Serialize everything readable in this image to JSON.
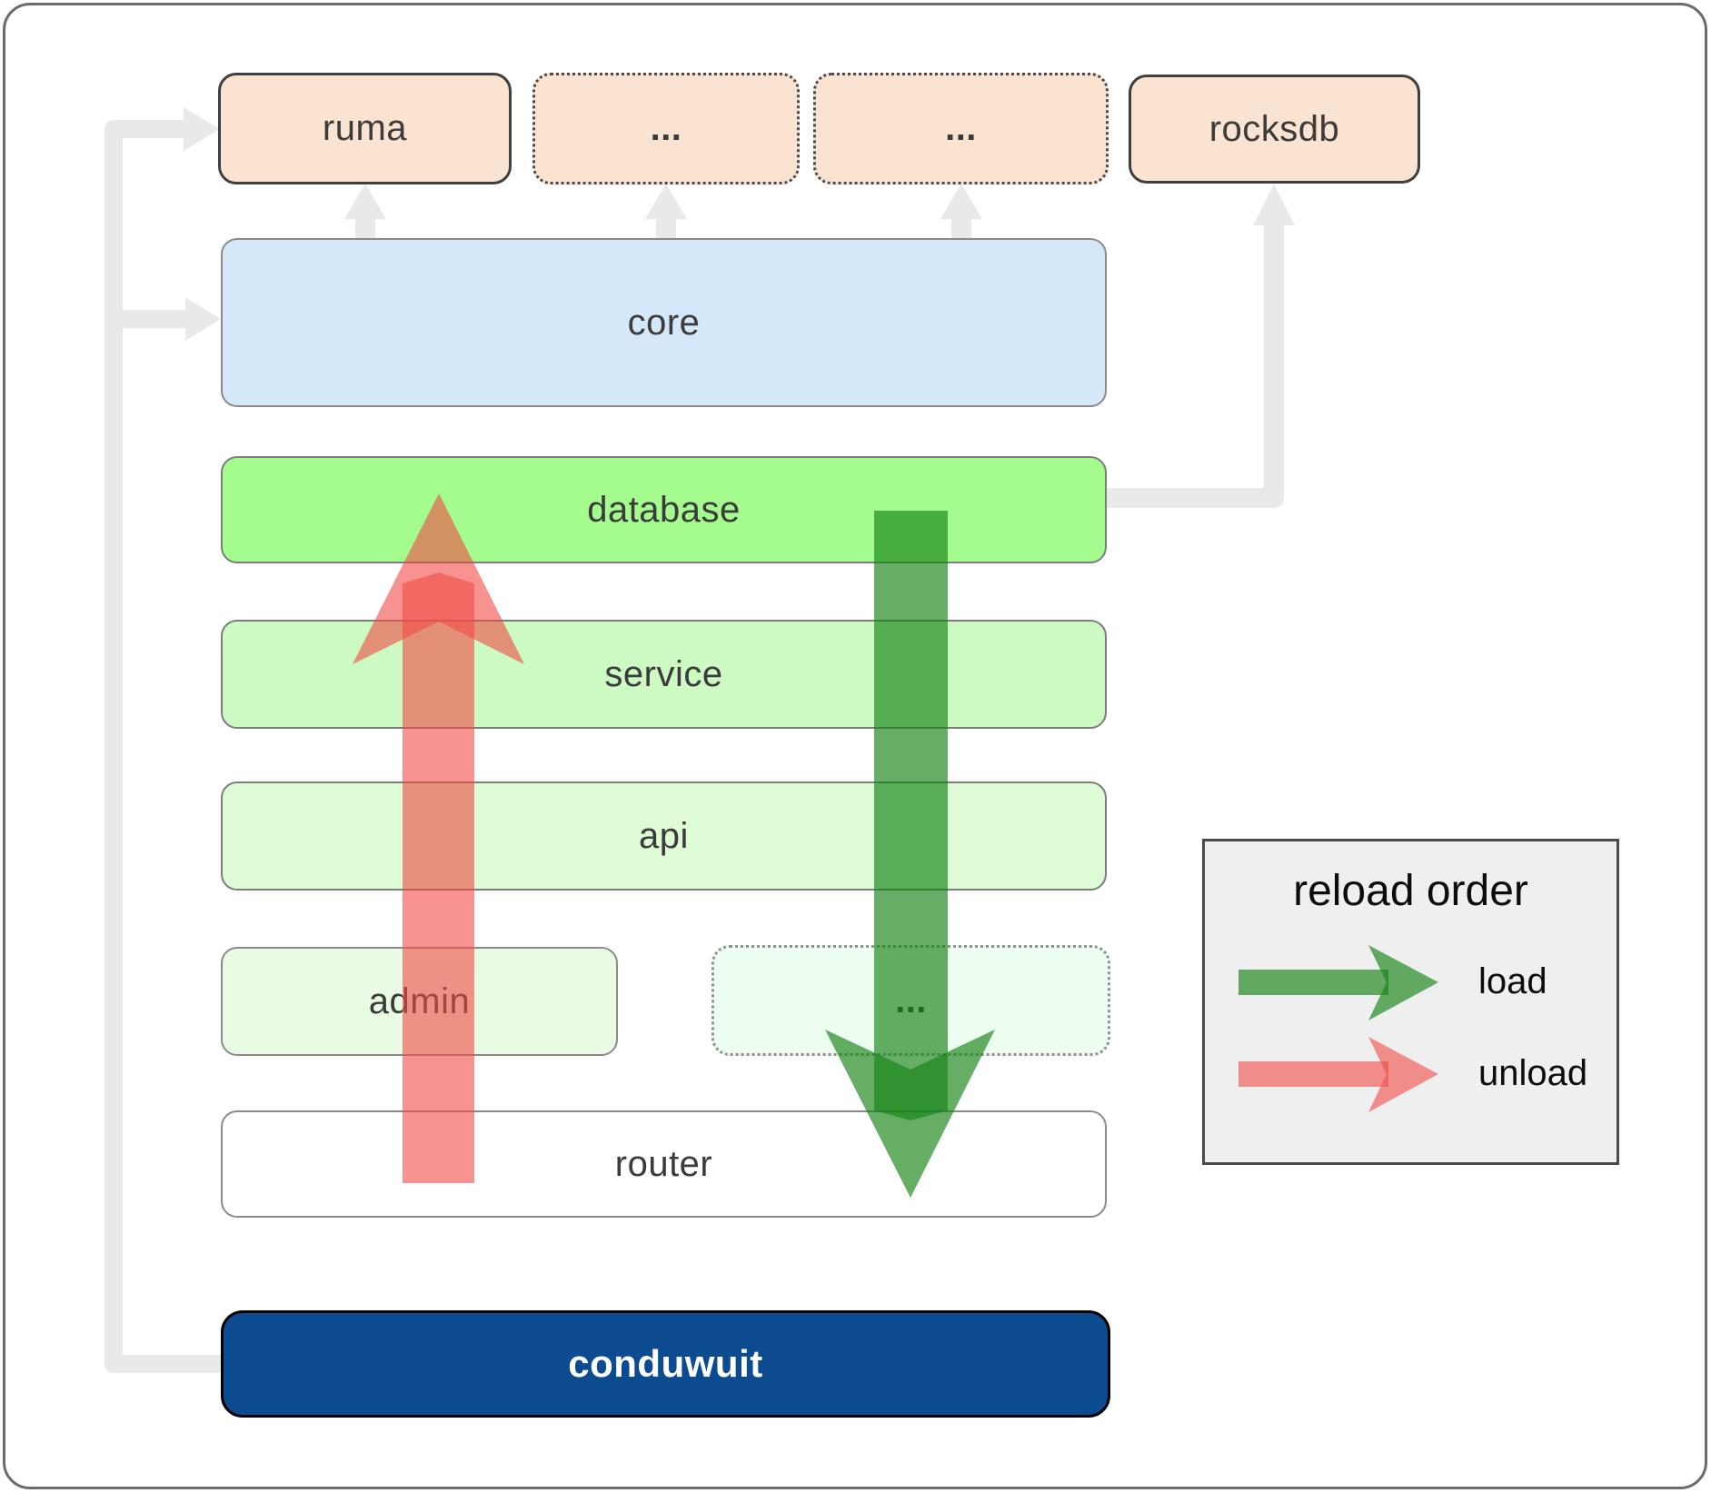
{
  "boxes": {
    "ruma": "ruma",
    "ellipsis_top_1": "...",
    "ellipsis_top_2": "...",
    "rocksdb": "rocksdb",
    "core": "core",
    "database": "database",
    "service": "service",
    "api": "api",
    "admin": "admin",
    "ellipsis_mid": "...",
    "router": "router",
    "conduwuit": "conduwuit"
  },
  "legend": {
    "title": "reload order",
    "load_label": "load",
    "unload_label": "unload"
  },
  "colors": {
    "load_arrow": "#148214",
    "unload_arrow": "#f04b46",
    "connector": "#e9e9e9",
    "top_box_fill": "#fbe3d1",
    "core_fill": "#d5e8fa",
    "database_fill": "#a4fb8e",
    "service_fill": "#cdf9c2",
    "api_fill": "#ddfbd4",
    "admin_fill": "#eafbe3",
    "ellipsis_mid_fill": "#edfdf0",
    "router_fill": "#ffffff",
    "conduwuit_fill": "#0c4b90",
    "legend_fill": "#efefef"
  }
}
